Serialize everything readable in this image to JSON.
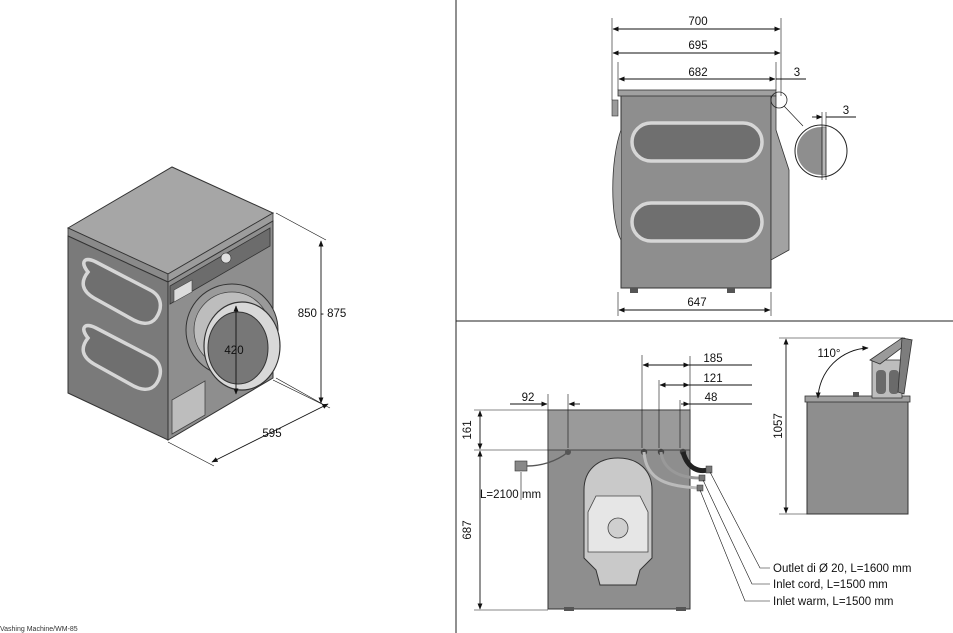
{
  "isometric_view": {
    "height_label": "850 - 875",
    "depth_label": "595",
    "door_label": "420"
  },
  "side_view": {
    "width_total": "700",
    "width_body": "695",
    "width_top": "682",
    "gap_label": "3",
    "detail_gap_label": "3",
    "base_width": "647"
  },
  "rear_view": {
    "dim_185": "185",
    "dim_121": "121",
    "dim_48": "48",
    "dim_92": "92",
    "dim_161": "161",
    "dim_687": "687",
    "power_cord": "L=2100 mm",
    "outlet": "Outlet di Ø 20, L=1600 mm",
    "inlet_cord": "Inlet cord, L=1500 mm",
    "inlet_warm": "Inlet warm, L=1500 mm"
  },
  "lid_view": {
    "angle": "110°",
    "height": "1057"
  },
  "footer": {
    "caption": "Vashing Machine/WM-85"
  }
}
